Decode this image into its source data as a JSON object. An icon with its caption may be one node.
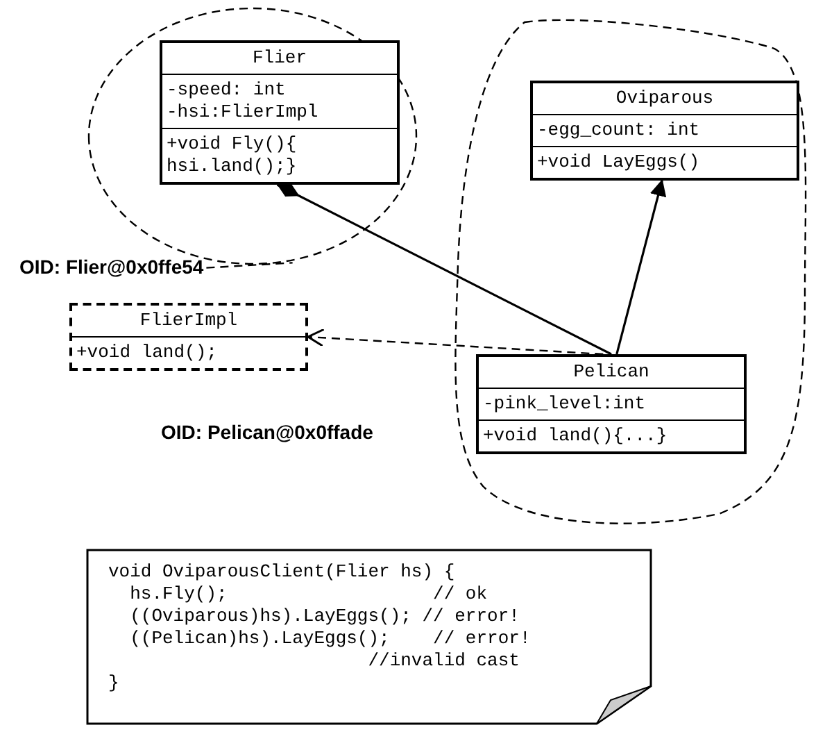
{
  "diagram": {
    "nodes": [
      {
        "text": [
          "OID: Flier@0x0ffe54"
        ]
      },
      {
        "text": [],
        "shape": "circle"
      },
      {
        "text": [
          "Flier",
          "-speed: int -hsi:FlierImpl",
          "+void Fly(){ hsi.land();}"
        ],
        "in": 1
      },
      {
        "text": [],
        "shape": "cloud"
      },
      {
        "text": [
          "Oviparous",
          "-egg_count: int",
          "+void LayEggs()"
        ],
        "in": 3
      },
      {
        "text": [
          "Pelican",
          "-pink_level:int",
          "+void land(){...}"
        ],
        "in": 3
      },
      {
        "text": [
          "FlierImpl",
          "+void land();"
        ]
      },
      {
        "text": [
          "void OviparousClient(Flier hs) {",
          "hs.Fly();                   // ok",
          "((Oviparous)hs).LayEggs(); // error!",
          "((Pelican)hs).LayEggs();    // error!",
          "//invalid cast",
          "}"
        ]
      }
    ],
    "edges": [
      {
        "from": 0,
        "to": 1,
        "arrow": "none",
        "style": "dashed"
      },
      {
        "from": 2,
        "to": 5,
        "arrow": "other"
      },
      {
        "from": 5,
        "to": 4,
        "arrow": "to"
      },
      {
        "from": 5,
        "to": 6,
        "arrow": "to",
        "style": "dashed"
      }
    ],
    "labels": [
      "OID: Pelican@0x0ffade"
    ]
  }
}
